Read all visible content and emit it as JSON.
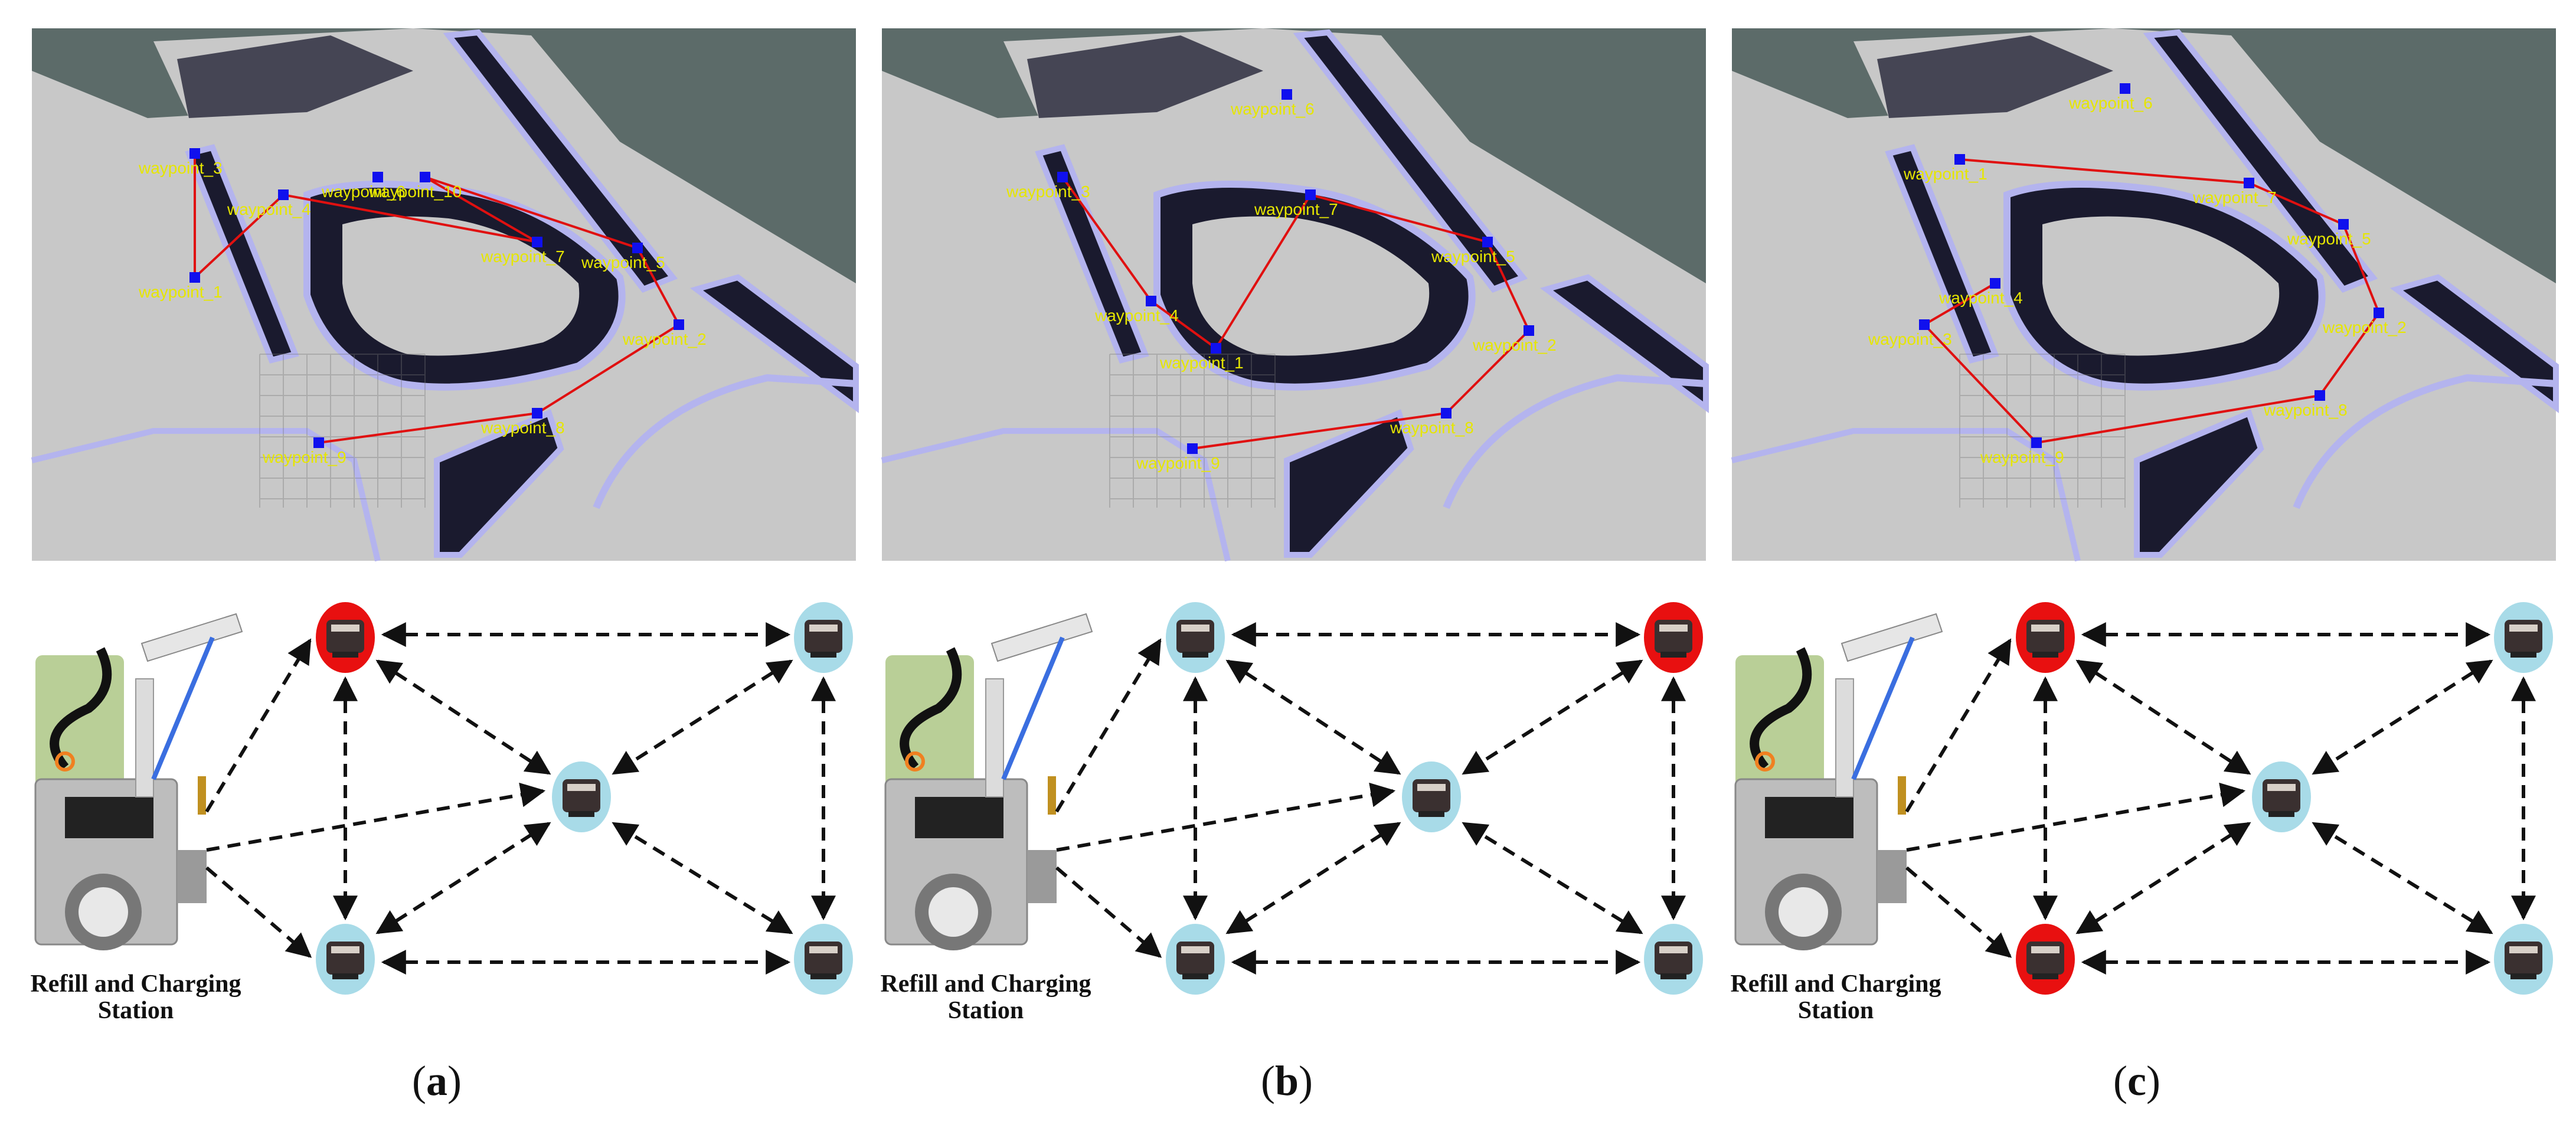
{
  "panels": [
    {
      "caption_open": "(",
      "caption_letter": "a",
      "caption_close": ")",
      "station_label_line1": "Refill and Charging",
      "station_label_line2": "Station",
      "active_nodes": [
        "top-left"
      ],
      "waypoints": [
        {
          "label": "waypoint_1"
        },
        {
          "label": "waypoint_2"
        },
        {
          "label": "waypoint_3"
        },
        {
          "label": "waypoint_4"
        },
        {
          "label": "waypoint_5"
        },
        {
          "label": "waypoint_6"
        },
        {
          "label": "waypoint_7"
        },
        {
          "label": "waypoint_8"
        },
        {
          "label": "waypoint_9"
        },
        {
          "label": "waypoint_10"
        }
      ]
    },
    {
      "caption_open": "(",
      "caption_letter": "b",
      "caption_close": ")",
      "station_label_line1": "Refill and Charging",
      "station_label_line2": "Station",
      "active_nodes": [
        "top-right"
      ],
      "waypoints": [
        {
          "label": "waypoint_1"
        },
        {
          "label": "waypoint_2"
        },
        {
          "label": "waypoint_3"
        },
        {
          "label": "waypoint_4"
        },
        {
          "label": "waypoint_5"
        },
        {
          "label": "waypoint_6"
        },
        {
          "label": "waypoint_7"
        },
        {
          "label": "waypoint_8"
        },
        {
          "label": "waypoint_9"
        }
      ]
    },
    {
      "caption_open": "(",
      "caption_letter": "c",
      "caption_close": ")",
      "station_label_line1": "Refill and Charging",
      "station_label_line2": "Station",
      "active_nodes": [
        "top-left",
        "bottom-left"
      ],
      "waypoints": [
        {
          "label": "waypoint_1"
        },
        {
          "label": "waypoint_2"
        },
        {
          "label": "waypoint_3"
        },
        {
          "label": "waypoint_4"
        },
        {
          "label": "waypoint_5"
        },
        {
          "label": "waypoint_6"
        },
        {
          "label": "waypoint_7"
        },
        {
          "label": "waypoint_8"
        },
        {
          "label": "waypoint_9"
        }
      ]
    }
  ],
  "colors": {
    "map_background": "#5c6b69",
    "map_floor": "#c8c8c8",
    "map_wall": "#b4b4ee",
    "map_obstacle": "#1a1a2e",
    "route": "#e01010",
    "waypoint_marker": "#1010ee",
    "waypoint_text": "#e6e600",
    "robot_idle": "#a8dbe8",
    "robot_active": "#e81010",
    "arrow": "#111111",
    "truck_body": "#bdbdbd",
    "tank": "#b9cf97",
    "hose": "#111111",
    "arm_line": "#3a6ee0"
  }
}
